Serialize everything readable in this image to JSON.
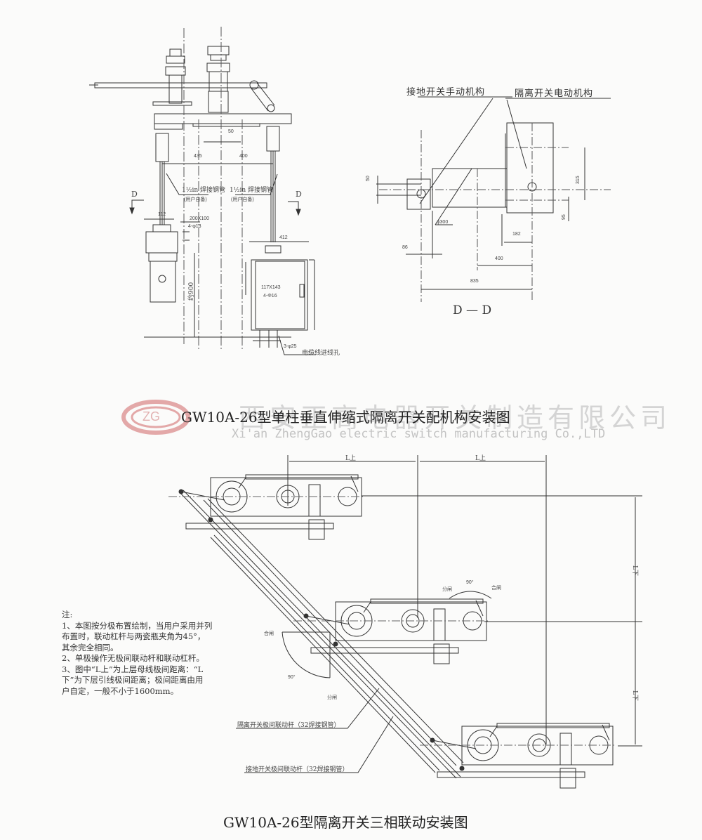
{
  "watermark": {
    "company_cn": "西安正高电器开关制造有限公司",
    "company_en": "Xi'an ZhengGao electric switch manufacturing Co.,LTD",
    "logo_text": "ZG",
    "logo_color": "#d98a8a"
  },
  "figure1": {
    "title": "GW10A-26型单柱垂直伸缩式隔离开关配机构安装图",
    "dims": {
      "d50": "50",
      "d435": "435",
      "d400": "400",
      "d112": "112",
      "d412": "412",
      "d900": "约900"
    },
    "pipe_label": "1½in 焊接钢管",
    "pipe_note": "(用户自备)",
    "section_marker": "D",
    "plate_left": "200X100",
    "holes_left": "4-φ13",
    "plate_right": "117X143",
    "holes_right": "4-Φ16",
    "cable_holes": "3-φ25",
    "cable_label": "电缆线进线孔"
  },
  "section_dd": {
    "label_earth_manual": "接地开关手动机构",
    "label_isolator_motor": "隔离开关电动机构",
    "dims": {
      "d50": "50",
      "d315": "315",
      "d95": "95",
      "phi300": "φ300",
      "d182": "182",
      "d86": "86",
      "d400": "400",
      "d835": "835"
    },
    "title": "D — D"
  },
  "figure2": {
    "title": "GW10A-26型隔离开关三相联动安装图",
    "dim_upper": "L上",
    "dim_lower": "L下",
    "angle": "90°",
    "open": "分闸",
    "close": "合闸",
    "rod_isolator": "隔离开关极间联动杆（32焊接钢管）",
    "rod_earth": "接地开关极间联动杆（32焊接钢管）",
    "notes": [
      "注:",
      "1、本图按分极布置绘制，当用户采用并列",
      "布置时，联动杠杆与两瓷瓶夹角为45°，",
      "其余完全相同。",
      "2、单极操作无极间联动杆和联动杠杆。",
      "3、图中“L上”为上层母线极间距离：“L",
      "下”为下层引线极间距离；极间距离由用",
      "户自定，一般不小于1600mm。"
    ]
  }
}
